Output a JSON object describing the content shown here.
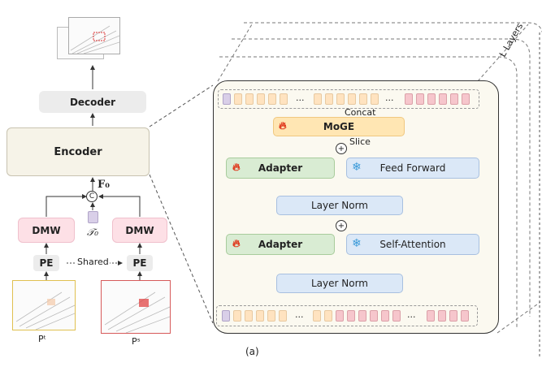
{
  "left": {
    "decoder": "Decoder",
    "encoder": "Encoder",
    "feature": "F₀",
    "concat_symbol": "C",
    "token": "𝒯₀",
    "dmw_left": "DMW",
    "dmw_right": "DMW",
    "pe_left": "PE",
    "pe_right": "PE",
    "shared": "Shared",
    "target_label": "Pᵗ",
    "source_label": "Pˢ"
  },
  "right": {
    "layers": "L Layers",
    "concat": "Concat",
    "moge": "MoGE",
    "slice": "Slice",
    "adapter_top": "Adapter",
    "feed_forward": "Feed Forward",
    "layer_norm_top": "Layer Norm",
    "adapter_bottom": "Adapter",
    "self_attention": "Self-Attention",
    "layer_norm_bottom": "Layer Norm",
    "ellipsis": "...",
    "plus": "+"
  },
  "caption": "(a)",
  "colors": {
    "encoder_fill": "#f6f3e8",
    "block_fill": "#fbf9f0",
    "dmw_fill": "#fde0e6",
    "adapter_fill": "#d9ecd3",
    "frozen_fill": "#dbe8f7",
    "moge_fill": "#ffe6b3",
    "token_orange": "#ffe3c0",
    "token_pink": "#f6c6cc",
    "token_purple": "#d9cfe8",
    "target_border": "#e0c050",
    "source_border": "#d65a5a"
  },
  "icons": [
    "fire-icon",
    "snowflake-icon",
    "concat-circle-icon",
    "plus-circle-icon"
  ]
}
